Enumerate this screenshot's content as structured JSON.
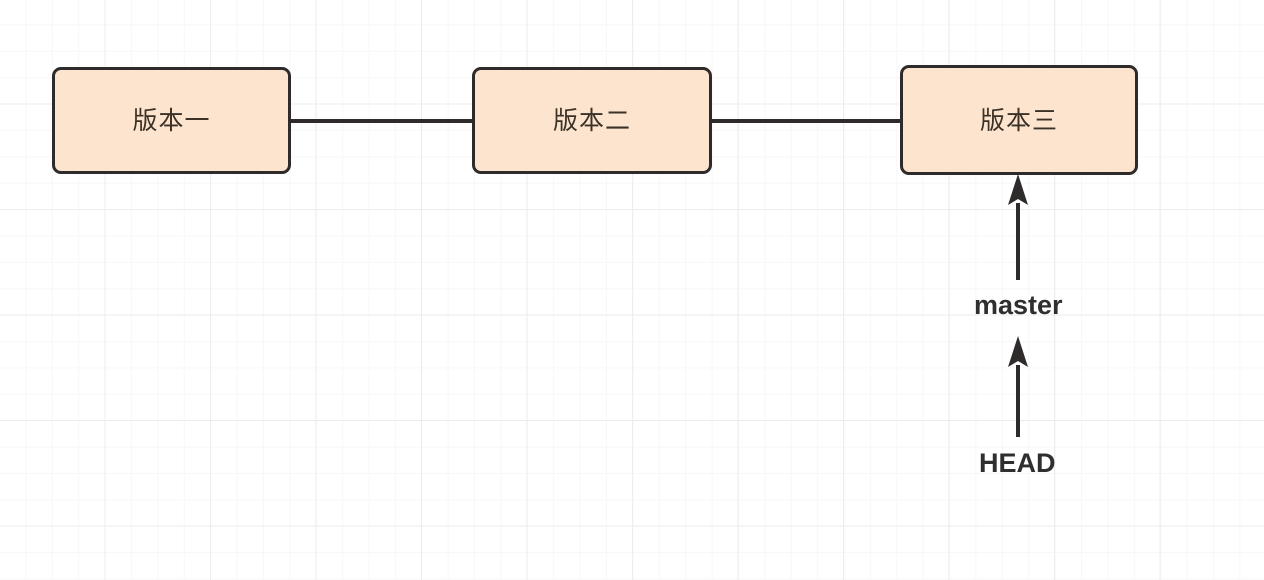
{
  "diagram": {
    "title": "git-commit-chain",
    "background": {
      "type": "graph-paper-grid",
      "page_color": "#ffffff",
      "minor_grid_color": "#f7f7f7",
      "major_grid_color": "#ededed"
    },
    "style": {
      "node_fill": "#fce4ce",
      "node_border": "#2f2b2b",
      "node_text_color": "#3b3127",
      "edge_color": "#2f2b2b",
      "label_color": "#2f2f2f"
    },
    "commits": [
      {
        "id": "v1",
        "label": "版本一"
      },
      {
        "id": "v2",
        "label": "版本二"
      },
      {
        "id": "v3",
        "label": "版本三"
      }
    ],
    "edges": [
      {
        "id": "v1-v2",
        "from": "v1",
        "to": "v2",
        "style": "solid-line",
        "arrow": false
      },
      {
        "id": "v2-v3",
        "from": "v2",
        "to": "v3",
        "style": "solid-line",
        "arrow": false
      }
    ],
    "refs": [
      {
        "id": "master",
        "label": "master",
        "points_to": "v3",
        "arrow": "up"
      },
      {
        "id": "head",
        "label": "HEAD",
        "points_to": "master",
        "arrow": "up"
      }
    ]
  }
}
